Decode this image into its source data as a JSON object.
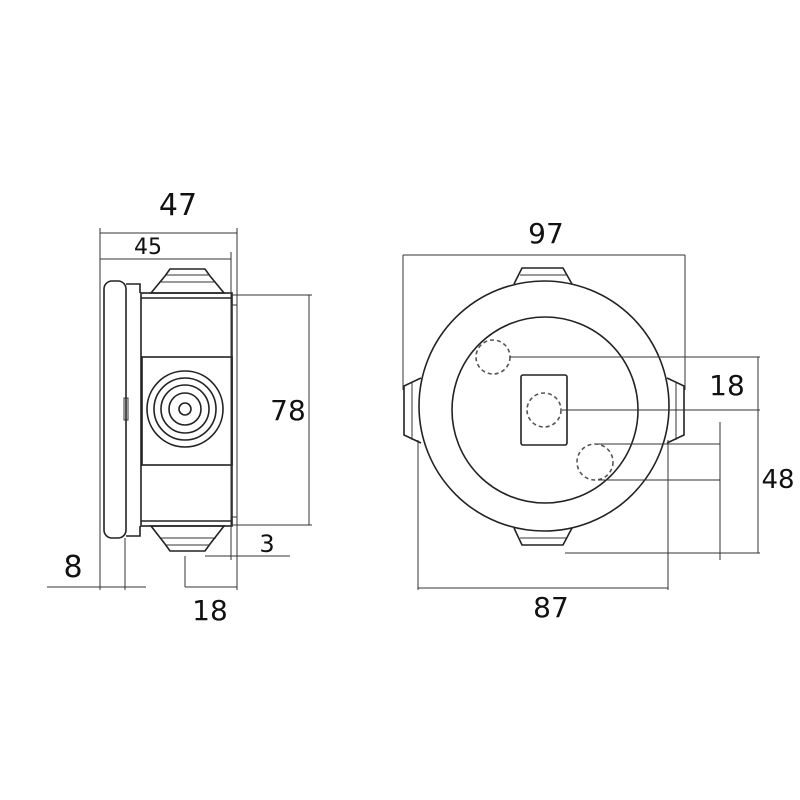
{
  "side_view": {
    "overall_width": "47",
    "body_width": "45",
    "height": "78",
    "offset": "3",
    "lid_depth": "8",
    "gland_width": "18"
  },
  "top_view": {
    "overall_width": "97",
    "body_diameter": "87",
    "hole_spacing": "18",
    "hole_offset": "48"
  }
}
